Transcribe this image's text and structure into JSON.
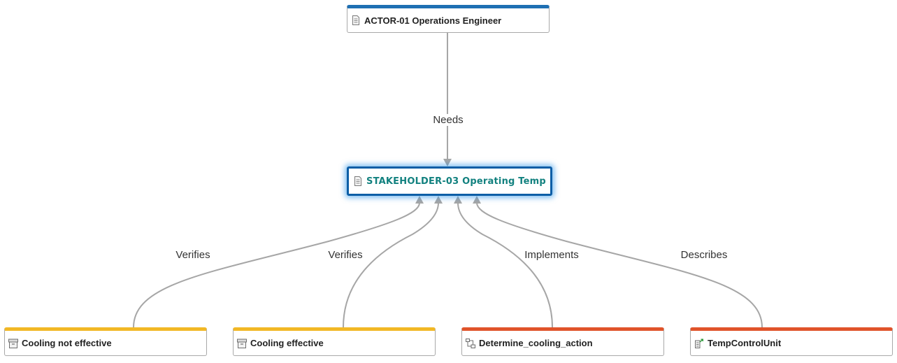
{
  "diagram": {
    "nodes": {
      "actor": {
        "label": "ACTOR-01 Operations Engineer",
        "icon": "document-icon",
        "accent": "#1e6fb3"
      },
      "stakeholder": {
        "label": "STAKEHOLDER-03 Operating Temp",
        "icon": "document-icon",
        "accent": "#0c5ea6",
        "text_color": "#12817f",
        "selected": true
      },
      "cooling_not_effective": {
        "label": "Cooling not effective",
        "icon": "test-case-icon",
        "accent": "#f2b825"
      },
      "cooling_effective": {
        "label": "Cooling effective",
        "icon": "test-case-icon",
        "accent": "#f2b825"
      },
      "determine_cooling_action": {
        "label": "Determine_cooling_action",
        "icon": "activity-icon",
        "accent": "#e0532a"
      },
      "temp_control_unit": {
        "label": "TempControlUnit",
        "icon": "component-icon",
        "accent": "#e0532a"
      }
    },
    "edges": [
      {
        "from": "actor",
        "to": "stakeholder",
        "label": "Needs"
      },
      {
        "from": "cooling_not_effective",
        "to": "stakeholder",
        "label": "Verifies"
      },
      {
        "from": "cooling_effective",
        "to": "stakeholder",
        "label": "Verifies"
      },
      {
        "from": "determine_cooling_action",
        "to": "stakeholder",
        "label": "Implements"
      },
      {
        "from": "temp_control_unit",
        "to": "stakeholder",
        "label": "Describes"
      }
    ],
    "edge_color": "#a6a6a6"
  }
}
